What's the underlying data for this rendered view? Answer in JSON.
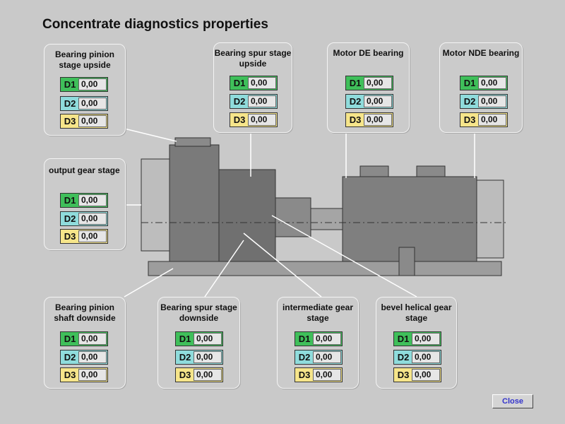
{
  "title": "Concentrate diagnostics properties",
  "panels": [
    {
      "title": "Bearing pinion stage upside",
      "rows": [
        {
          "label": "D1",
          "value": "0,00"
        },
        {
          "label": "D2",
          "value": "0,00"
        },
        {
          "label": "D3",
          "value": "0,00"
        }
      ]
    },
    {
      "title": "Bearing spur stage upside",
      "rows": [
        {
          "label": "D1",
          "value": "0,00"
        },
        {
          "label": "D2",
          "value": "0,00"
        },
        {
          "label": "D3",
          "value": "0,00"
        }
      ]
    },
    {
      "title": "Motor DE bearing",
      "rows": [
        {
          "label": "D1",
          "value": "0,00"
        },
        {
          "label": "D2",
          "value": "0,00"
        },
        {
          "label": "D3",
          "value": "0,00"
        }
      ]
    },
    {
      "title": "Motor NDE bearing",
      "rows": [
        {
          "label": "D1",
          "value": "0,00"
        },
        {
          "label": "D2",
          "value": "0,00"
        },
        {
          "label": "D3",
          "value": "0,00"
        }
      ]
    },
    {
      "title": "output gear stage",
      "rows": [
        {
          "label": "D1",
          "value": "0,00"
        },
        {
          "label": "D2",
          "value": "0,00"
        },
        {
          "label": "D3",
          "value": "0,00"
        }
      ]
    },
    {
      "title": "Bearing pinion shaft downside",
      "rows": [
        {
          "label": "D1",
          "value": "0,00"
        },
        {
          "label": "D2",
          "value": "0,00"
        },
        {
          "label": "D3",
          "value": "0,00"
        }
      ]
    },
    {
      "title": "Bearing spur stage downside",
      "rows": [
        {
          "label": "D1",
          "value": "0,00"
        },
        {
          "label": "D2",
          "value": "0,00"
        },
        {
          "label": "D3",
          "value": "0,00"
        }
      ]
    },
    {
      "title": "intermediate gear stage",
      "rows": [
        {
          "label": "D1",
          "value": "0,00"
        },
        {
          "label": "D2",
          "value": "0,00"
        },
        {
          "label": "D3",
          "value": "0,00"
        }
      ]
    },
    {
      "title": "bevel helical gear stage",
      "rows": [
        {
          "label": "D1",
          "value": "0,00"
        },
        {
          "label": "D2",
          "value": "0,00"
        },
        {
          "label": "D3",
          "value": "0,00"
        }
      ]
    }
  ],
  "close_label": "Close"
}
